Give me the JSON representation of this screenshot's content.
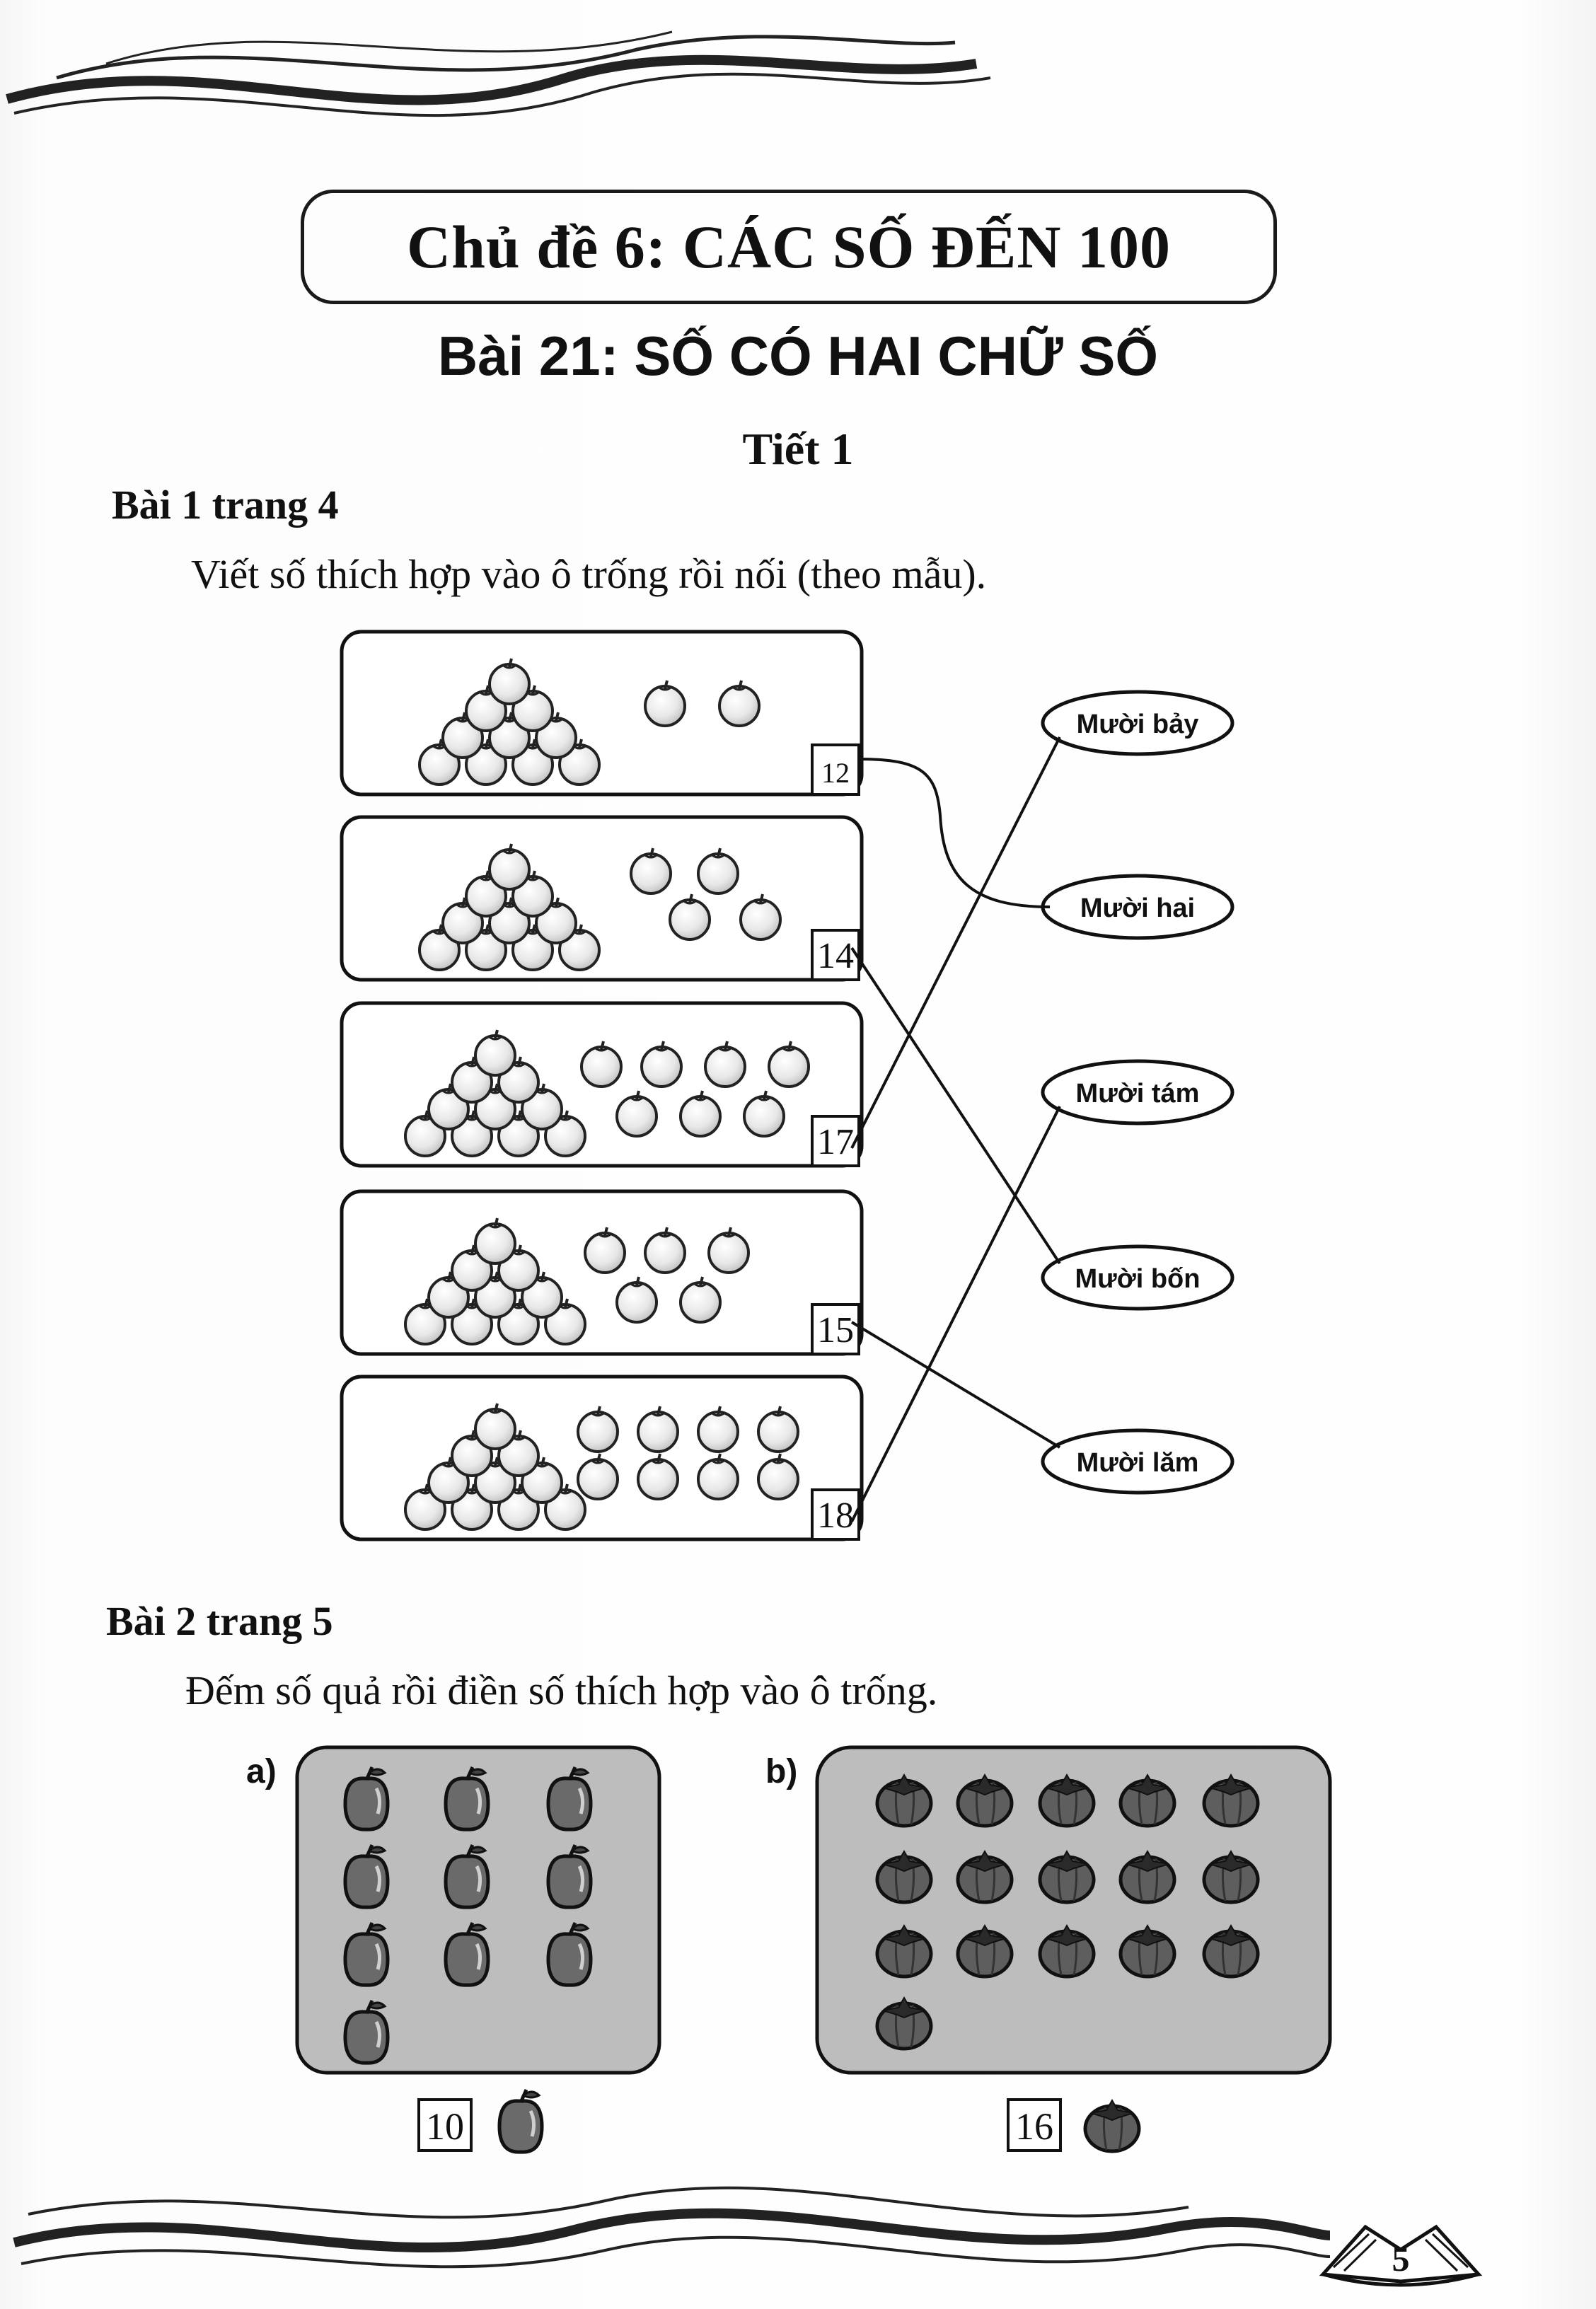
{
  "topic_title": "Chủ đề 6: CÁC SỐ ĐẾN 100",
  "lesson_title": "Bài 21: SỐ CÓ HAI CHỮ SỐ",
  "period": "Tiết 1",
  "exercise1": {
    "title": "Bài 1 trang 4",
    "instruction": "Viết số thích hợp vào ô trống rồi nối (theo mẫu).",
    "rows": [
      {
        "answer": "12",
        "extra_apples": 2
      },
      {
        "answer": "14",
        "extra_apples": 4
      },
      {
        "answer": "17",
        "extra_apples": 7
      },
      {
        "answer": "15",
        "extra_apples": 5
      },
      {
        "answer": "18",
        "extra_apples": 8
      }
    ],
    "word_labels": [
      "Mười bảy",
      "Mười hai",
      "Mười tám",
      "Mười bốn",
      "Mười lăm"
    ],
    "connections": [
      {
        "number": "12",
        "word": "Mười hai"
      },
      {
        "number": "14",
        "word": "Mười bốn"
      },
      {
        "number": "17",
        "word": "Mười bảy"
      },
      {
        "number": "15",
        "word": "Mười lăm"
      },
      {
        "number": "18",
        "word": "Mười tám"
      }
    ]
  },
  "exercise2": {
    "title": "Bài 2 trang 5",
    "instruction": "Đếm số quả rồi điền số thích hợp vào ô trống.",
    "part_a": {
      "label": "a)",
      "fruit": "apple-icon",
      "count": 10,
      "answer": "10"
    },
    "part_b": {
      "label": "b)",
      "fruit": "tomato-icon",
      "count": 16,
      "answer": "16"
    }
  },
  "page_number": "5"
}
